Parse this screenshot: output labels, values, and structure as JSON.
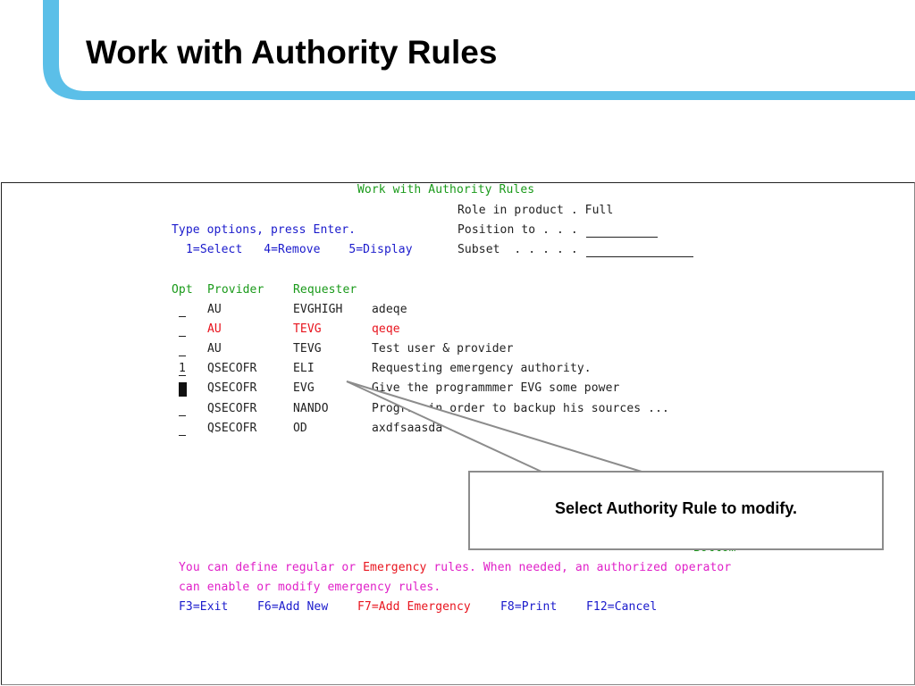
{
  "slide": {
    "title": "Work with Authority Rules",
    "header_accent_color": "#5bbfe8"
  },
  "screen": {
    "title": "Work with Authority Rules",
    "role_label": "Role in product . Full",
    "position_label": "Position to . . .",
    "subset_label": "Subset  . . . . .",
    "instructions": "Type options, press Enter.",
    "options": "1=Select   4=Remove    5=Display",
    "columns": {
      "opt": "Opt",
      "provider": "Provider",
      "requester": "Requester"
    },
    "rows": [
      {
        "opt": "",
        "provider": "AU",
        "requester": "EVGHIGH",
        "description": "adeqe",
        "color": "black"
      },
      {
        "opt": "",
        "provider": "AU",
        "requester": "TEVG",
        "description": "qeqe",
        "color": "red"
      },
      {
        "opt": "",
        "provider": "AU",
        "requester": "TEVG",
        "description": "Test user & provider",
        "color": "black"
      },
      {
        "opt": "1",
        "provider": "QSECOFR",
        "requester": "ELI",
        "description": "Requesting emergency authority.",
        "color": "black"
      },
      {
        "opt": "",
        "provider": "QSECOFR",
        "requester": "EVG",
        "description": "Give the programmmer EVG some power",
        "color": "black",
        "cursor": true
      },
      {
        "opt": "",
        "provider": "QSECOFR",
        "requester": "NANDO",
        "description": "Program in order to backup his sources ...",
        "color": "black"
      },
      {
        "opt": "",
        "provider": "QSECOFR",
        "requester": "OD",
        "description": "axdfsaasda",
        "color": "black"
      }
    ],
    "bottom_label": "Bottom",
    "info_line1_a": "You can define regular or ",
    "info_line1_b": "Emergency",
    "info_line1_c": " rules. When needed, an authorized operator",
    "info_line2": "can enable or modify emergency rules.",
    "fkeys": [
      {
        "label": "F3=Exit",
        "color": "blue"
      },
      {
        "label": "F6=Add New",
        "color": "blue"
      },
      {
        "label": "F7=Add Emergency",
        "color": "red"
      },
      {
        "label": "F8=Print",
        "color": "blue"
      },
      {
        "label": "F12=Cancel",
        "color": "blue"
      }
    ]
  },
  "callout": {
    "text": "Select Authority Rule to modify."
  }
}
